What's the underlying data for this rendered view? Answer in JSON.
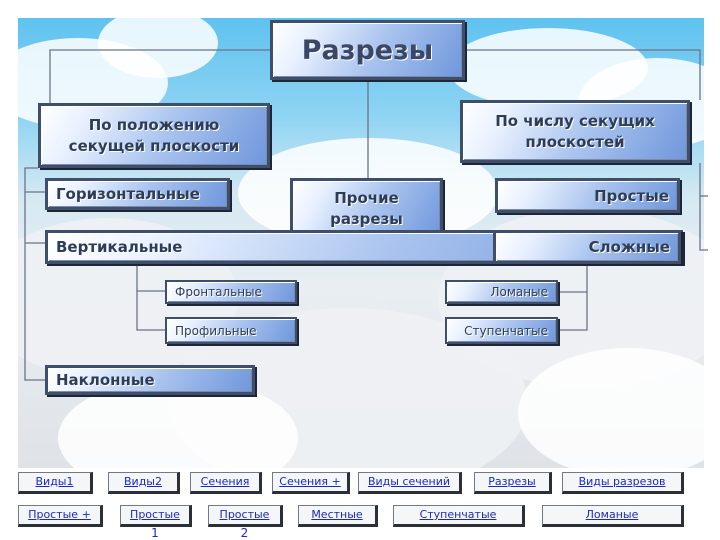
{
  "diagram": {
    "title": "Разрезы",
    "by_position": "По положению секущей плоскости",
    "by_count": "По числу секущих плоскостей",
    "horizontal": "Горизонтальные",
    "other": "Прочие разрезы",
    "simple": "Простые",
    "vertical": "Вертикальные",
    "complex": "Сложные",
    "frontal": "Фронтальные",
    "broken": "Ломаные",
    "profile": "Профильные",
    "stepped": "Ступенчатые",
    "inclined": "Наклонные"
  },
  "nav": {
    "row1": [
      "Виды1",
      "Виды2",
      "Сечения",
      "Сечения +",
      "Виды сечений",
      "Разрезы",
      "Виды разрезов"
    ],
    "row2": [
      "Простые +",
      "Простые",
      "Простые",
      "Местные",
      "Ступенчатые",
      "Ломаные"
    ],
    "row2_suffix": [
      "1",
      "2"
    ]
  },
  "colors": {
    "box_top": "#eaf2ff",
    "box_bottom": "#6f97dc",
    "border": "#3f4f6a",
    "link": "#1a28c8"
  }
}
